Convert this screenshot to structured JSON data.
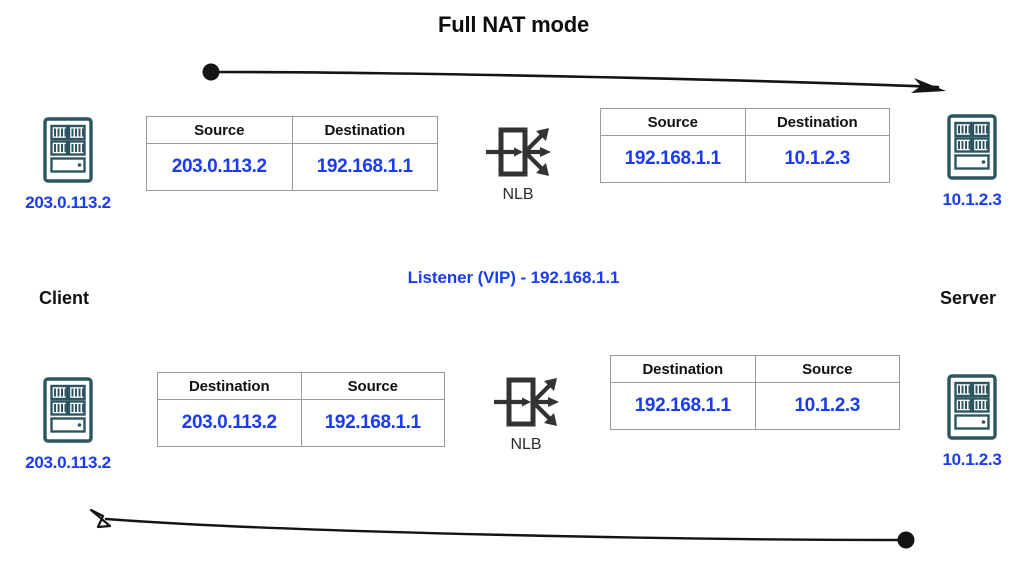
{
  "title": "Full NAT mode",
  "colors": {
    "ip_blue": "#1a3cf0",
    "server_teal": "#2d5560",
    "arrow_black": "#141414",
    "table_border": "#9a9a9a",
    "heading_black": "#0d0d0d"
  },
  "labels": {
    "client": "Client",
    "server": "Server",
    "vip": "Listener (VIP) - 192.168.1.1",
    "nlb": "NLB"
  },
  "nodes": {
    "client_top": {
      "ip": "203.0.113.2",
      "icon": "server-rack-icon"
    },
    "server_top": {
      "ip": "10.1.2.3",
      "icon": "server-rack-icon"
    },
    "client_bottom": {
      "ip": "203.0.113.2",
      "icon": "server-rack-icon"
    },
    "server_bottom": {
      "ip": "10.1.2.3",
      "icon": "server-rack-icon"
    }
  },
  "tables": [
    {
      "id": "request-client-side",
      "headers": [
        "Source",
        "Destination"
      ],
      "values": [
        "203.0.113.2",
        "192.168.1.1"
      ]
    },
    {
      "id": "request-server-side",
      "headers": [
        "Source",
        "Destination"
      ],
      "values": [
        "192.168.1.1",
        "10.1.2.3"
      ]
    },
    {
      "id": "response-client-side",
      "headers": [
        "Destination",
        "Source"
      ],
      "values": [
        "203.0.113.2",
        "192.168.1.1"
      ]
    },
    {
      "id": "response-server-side",
      "headers": [
        "Destination",
        "Source"
      ],
      "values": [
        "192.168.1.1",
        "10.1.2.3"
      ]
    }
  ],
  "flows": [
    {
      "id": "request-flow",
      "direction": "client-to-server",
      "start_marker": "dot",
      "end_marker": "filled-arrowhead"
    },
    {
      "id": "response-flow",
      "direction": "server-to-client",
      "start_marker": "dot",
      "end_marker": "hollow-arrowhead"
    }
  ]
}
